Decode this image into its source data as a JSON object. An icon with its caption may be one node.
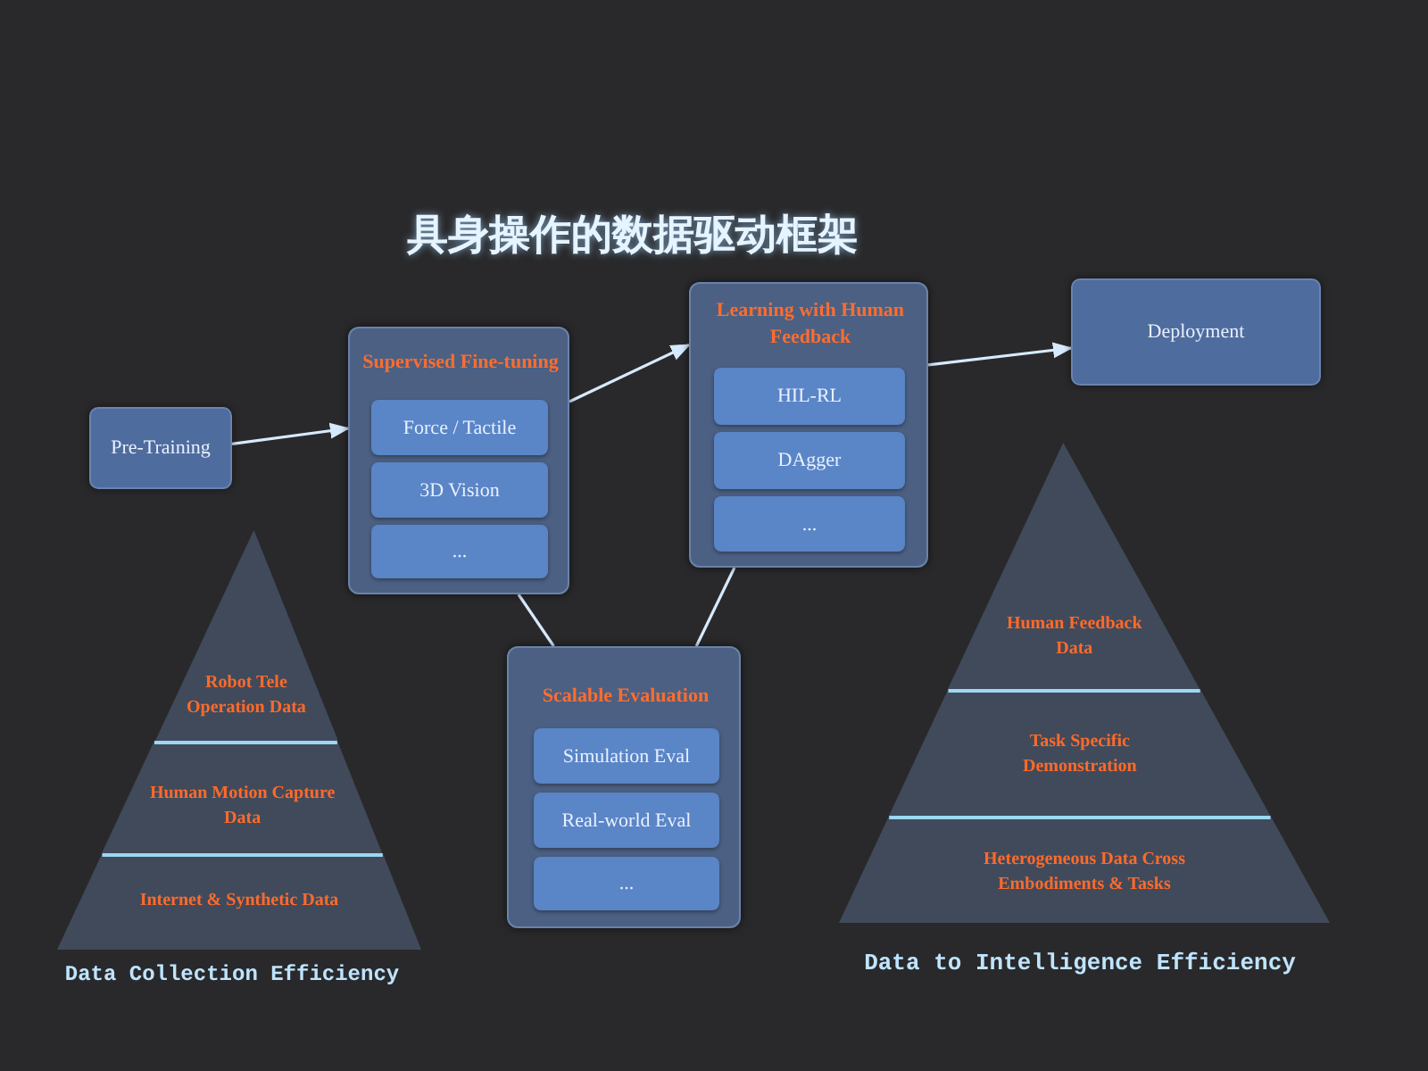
{
  "diagram": {
    "title": "具身操作的数据驱动框架",
    "nodes": [
      {
        "text": [
          "Pre-Training"
        ]
      },
      {
        "text": [
          "Supervised Fine-tuning"
        ]
      },
      {
        "text": [
          "Force / Tactile"
        ],
        "in": 1
      },
      {
        "text": [
          "3D Vision"
        ],
        "in": 1
      },
      {
        "text": [
          "..."
        ],
        "in": 1
      },
      {
        "text": [
          "Learning with Human Feedback"
        ]
      },
      {
        "text": [
          "HIL-RL"
        ],
        "in": 5
      },
      {
        "text": [
          "DAgger"
        ],
        "in": 5
      },
      {
        "text": [
          "..."
        ],
        "in": 5
      },
      {
        "text": [
          "Deployment"
        ]
      },
      {
        "text": [
          "Scalable Evaluation"
        ]
      },
      {
        "text": [
          "Simulation Eval"
        ],
        "in": 10
      },
      {
        "text": [
          "Real-world Eval"
        ],
        "in": 10
      },
      {
        "text": [
          "..."
        ],
        "in": 10
      },
      {
        "text": [
          "Robot Tele Operation Data"
        ]
      },
      {
        "text": [
          "Human Motion Capture Data"
        ]
      },
      {
        "text": [
          "Internet & Synthetic Data"
        ]
      },
      {
        "text": [
          "Human Feedback Data"
        ]
      },
      {
        "text": [
          "Task Specific Demonstration"
        ]
      },
      {
        "text": [
          "Heterogeneous Data Cross Embodiments & Tasks"
        ]
      }
    ],
    "edges": [
      {
        "from": 0,
        "to": 1,
        "arrow": "to"
      },
      {
        "from": 1,
        "to": 5,
        "arrow": "to"
      },
      {
        "from": 5,
        "to": 9,
        "arrow": "to"
      },
      {
        "from": 1,
        "to": 10,
        "arrow": "none"
      },
      {
        "from": 5,
        "to": 10,
        "arrow": "none"
      }
    ],
    "labels": [
      "Data Collection Efficiency",
      "Data to Intelligence Efficiency"
    ]
  }
}
